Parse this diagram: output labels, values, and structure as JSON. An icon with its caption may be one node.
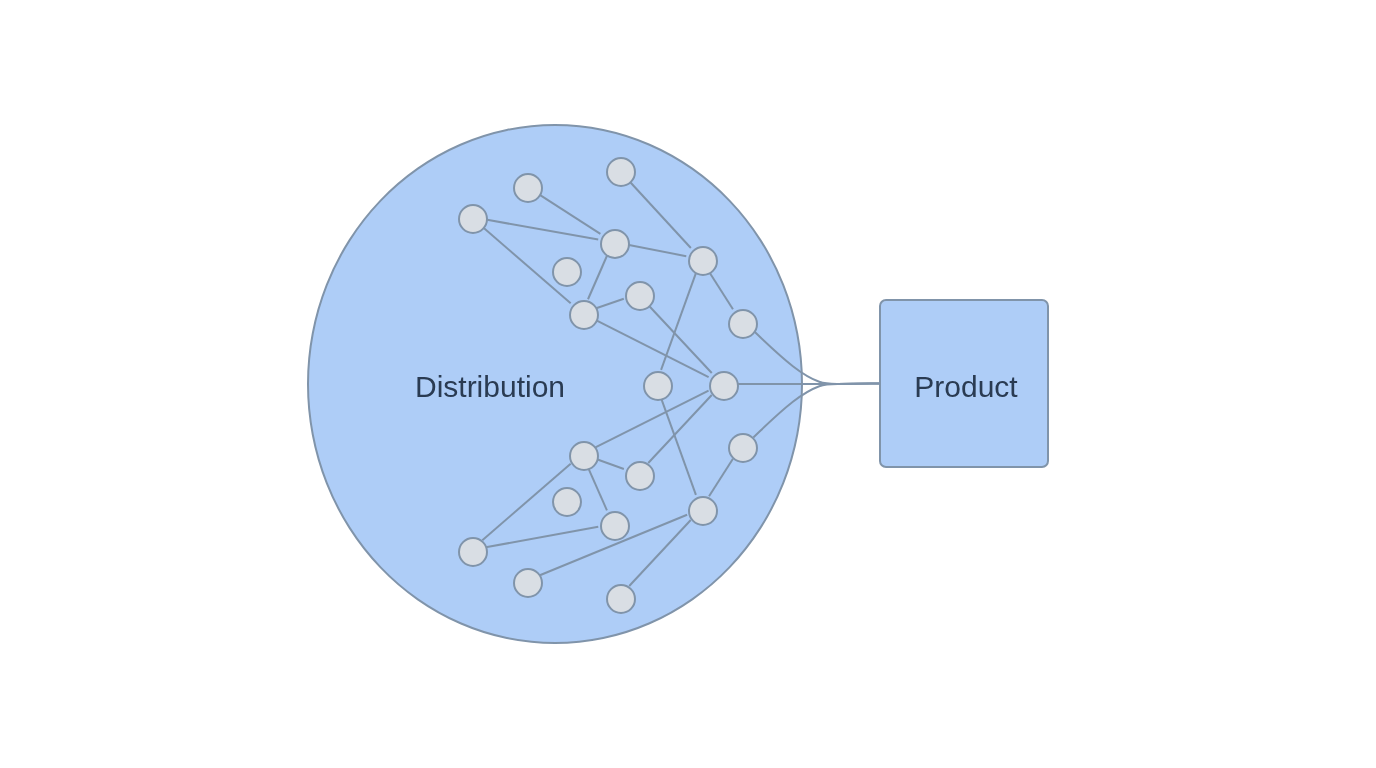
{
  "diagram": {
    "nodes": [
      {
        "text": [
          "Distribution"
        ]
      },
      {
        "text": [],
        "shape": "circle",
        "in": 0
      },
      {
        "text": [],
        "shape": "circle",
        "in": 0
      },
      {
        "text": [],
        "shape": "circle",
        "in": 0
      },
      {
        "text": [],
        "shape": "circle",
        "in": 0
      },
      {
        "text": [],
        "shape": "circle",
        "in": 0
      },
      {
        "text": [],
        "shape": "circle",
        "in": 0
      },
      {
        "text": [],
        "shape": "circle",
        "in": 0
      },
      {
        "text": [],
        "shape": "circle",
        "in": 0
      },
      {
        "text": [],
        "shape": "circle",
        "in": 0
      },
      {
        "text": [],
        "shape": "circle",
        "in": 0
      },
      {
        "text": [],
        "shape": "circle",
        "in": 0
      },
      {
        "text": [],
        "shape": "circle",
        "in": 0
      },
      {
        "text": [],
        "shape": "circle",
        "in": 0
      },
      {
        "text": [],
        "shape": "circle",
        "in": 0
      },
      {
        "text": [],
        "shape": "circle",
        "in": 0
      },
      {
        "text": [],
        "shape": "circle",
        "in": 0
      },
      {
        "text": [],
        "shape": "circle",
        "in": 0
      },
      {
        "text": [],
        "shape": "circle",
        "in": 0
      },
      {
        "text": [],
        "shape": "circle",
        "in": 0
      },
      {
        "text": [],
        "shape": "circle",
        "in": 0
      },
      {
        "text": [
          "Product"
        ]
      }
    ],
    "edges": [
      {
        "from": 2,
        "to": 4,
        "arrow": "none"
      },
      {
        "from": 3,
        "to": 4,
        "arrow": "none"
      },
      {
        "from": 4,
        "to": 5,
        "arrow": "none"
      },
      {
        "from": 1,
        "to": 5,
        "arrow": "none"
      },
      {
        "from": 3,
        "to": 8,
        "arrow": "none"
      },
      {
        "from": 4,
        "to": 8,
        "arrow": "none"
      },
      {
        "from": 8,
        "to": 7,
        "arrow": "none"
      },
      {
        "from": 8,
        "to": 11,
        "arrow": "none"
      },
      {
        "from": 7,
        "to": 11,
        "arrow": "none"
      },
      {
        "from": 5,
        "to": 10,
        "arrow": "none"
      },
      {
        "from": 5,
        "to": 9,
        "arrow": "none"
      },
      {
        "from": 9,
        "to": 21,
        "arrow": "none"
      },
      {
        "from": 11,
        "to": 21,
        "arrow": "none"
      },
      {
        "from": 12,
        "to": 21,
        "arrow": "none"
      },
      {
        "from": 11,
        "to": 13,
        "arrow": "none"
      },
      {
        "from": 11,
        "to": 14,
        "arrow": "none"
      },
      {
        "from": 10,
        "to": 16,
        "arrow": "none"
      },
      {
        "from": 13,
        "to": 14,
        "arrow": "none"
      },
      {
        "from": 13,
        "to": 17,
        "arrow": "none"
      },
      {
        "from": 18,
        "to": 13,
        "arrow": "none"
      },
      {
        "from": 18,
        "to": 17,
        "arrow": "none"
      },
      {
        "from": 19,
        "to": 16,
        "arrow": "none"
      },
      {
        "from": 16,
        "to": 20,
        "arrow": "none"
      },
      {
        "from": 16,
        "to": 12,
        "arrow": "none"
      }
    ]
  }
}
